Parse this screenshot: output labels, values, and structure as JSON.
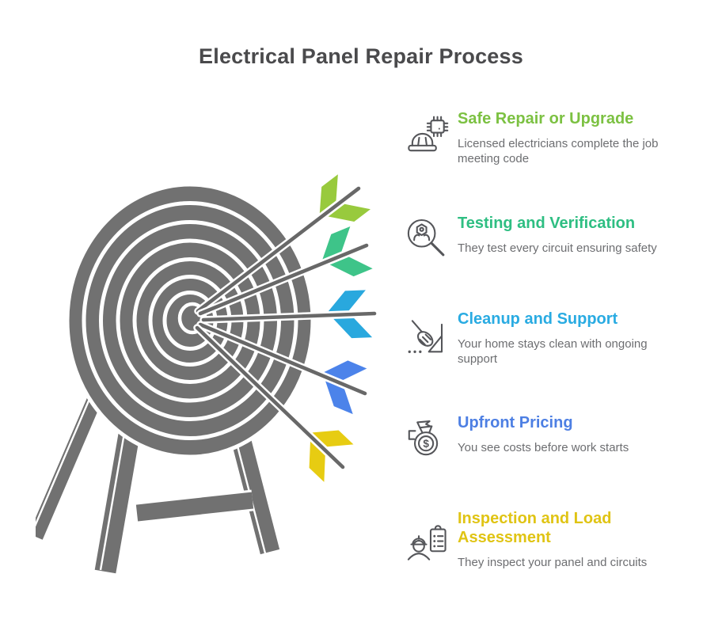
{
  "title": "Electrical Panel Repair Process",
  "items": [
    {
      "title": "Safe Repair or Upgrade",
      "description": "Licensed electricians complete the job meeting code",
      "color": "#7cc142",
      "icon": "hard-hat-chip-icon"
    },
    {
      "title": "Testing and Verification",
      "description": "They test every circuit ensuring safety",
      "color": "#2ebe82",
      "icon": "magnifier-person-icon"
    },
    {
      "title": "Cleanup and Support",
      "description": "Your home stays clean with ongoing support",
      "color": "#29abe2",
      "icon": "broom-dustpan-icon"
    },
    {
      "title": "Upfront Pricing",
      "description": "You see costs before work starts",
      "color": "#4d7fe3",
      "icon": "money-bag-icon"
    },
    {
      "title": "Inspection and Load Assessment",
      "description": "They inspect your panel and circuits",
      "color": "#e0c414",
      "icon": "inspector-clipboard-icon"
    }
  ],
  "illustration": {
    "type": "archery-target-with-five-arrows",
    "board_color": "#717171",
    "arrow_colors": [
      "#98ca3d",
      "#3ec489",
      "#29a8de",
      "#4c83ea",
      "#e7cc12"
    ]
  },
  "colors": {
    "title_text": "#4a4a4c",
    "body_text": "#6d6e71",
    "icon_stroke": "#55565a"
  }
}
